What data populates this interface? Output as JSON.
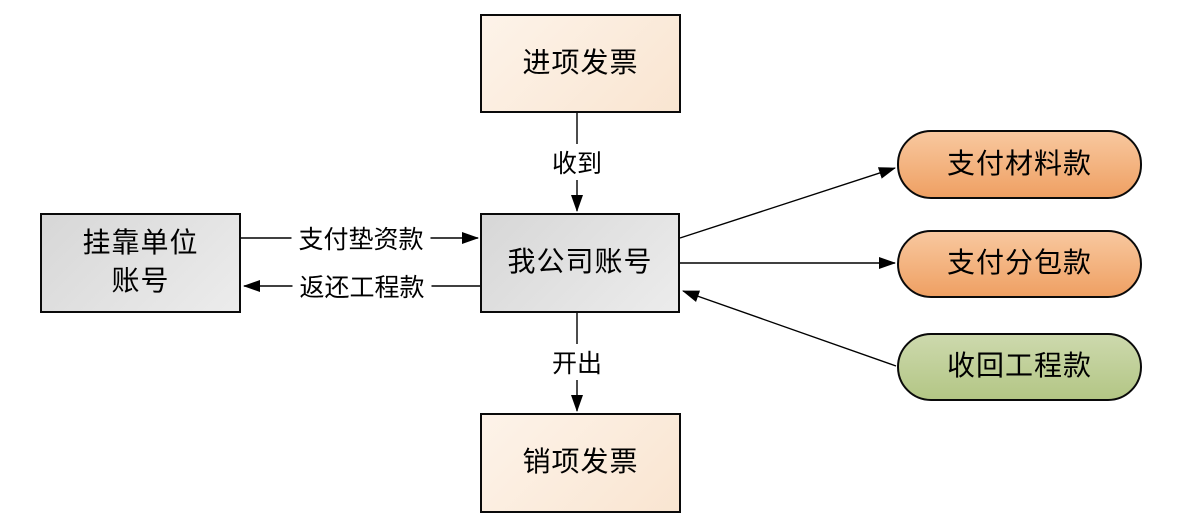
{
  "diagram": {
    "background": "#ffffff",
    "line_color": "#000000",
    "border_color": "#0a0a0a",
    "nodes": {
      "input_invoice": {
        "label": "进项发票",
        "fill": "#fbeddc",
        "shape": "rect"
      },
      "affiliated_account": {
        "label_line1": "挂靠单位",
        "label_line2": "账号",
        "fill": "#e0e0e0",
        "shape": "rect"
      },
      "company_account": {
        "label": "我公司账号",
        "fill": "#e0e0e0",
        "shape": "rect"
      },
      "output_invoice": {
        "label": "销项发票",
        "fill": "#fbeddc",
        "shape": "rect"
      },
      "pay_material": {
        "label": "支付材料款",
        "fill": "#f4b47e",
        "shape": "pill"
      },
      "pay_subcontract": {
        "label": "支付分包款",
        "fill": "#f4b47e",
        "shape": "pill"
      },
      "recover_project": {
        "label": "收回工程款",
        "fill": "#c0d097",
        "shape": "pill"
      }
    },
    "edge_labels": {
      "receive": "收到",
      "pay_advance": "支付垫资款",
      "return_project": "返还工程款",
      "issue": "开出"
    },
    "edges": [
      {
        "from": "input_invoice",
        "to": "company_account",
        "label": "收到"
      },
      {
        "from": "affiliated_account",
        "to": "company_account",
        "label": "支付垫资款"
      },
      {
        "from": "company_account",
        "to": "affiliated_account",
        "label": "返还工程款"
      },
      {
        "from": "company_account",
        "to": "output_invoice",
        "label": "开出"
      },
      {
        "from": "company_account",
        "to": "pay_material",
        "label": ""
      },
      {
        "from": "company_account",
        "to": "pay_subcontract",
        "label": ""
      },
      {
        "from": "recover_project",
        "to": "company_account",
        "label": ""
      }
    ]
  }
}
